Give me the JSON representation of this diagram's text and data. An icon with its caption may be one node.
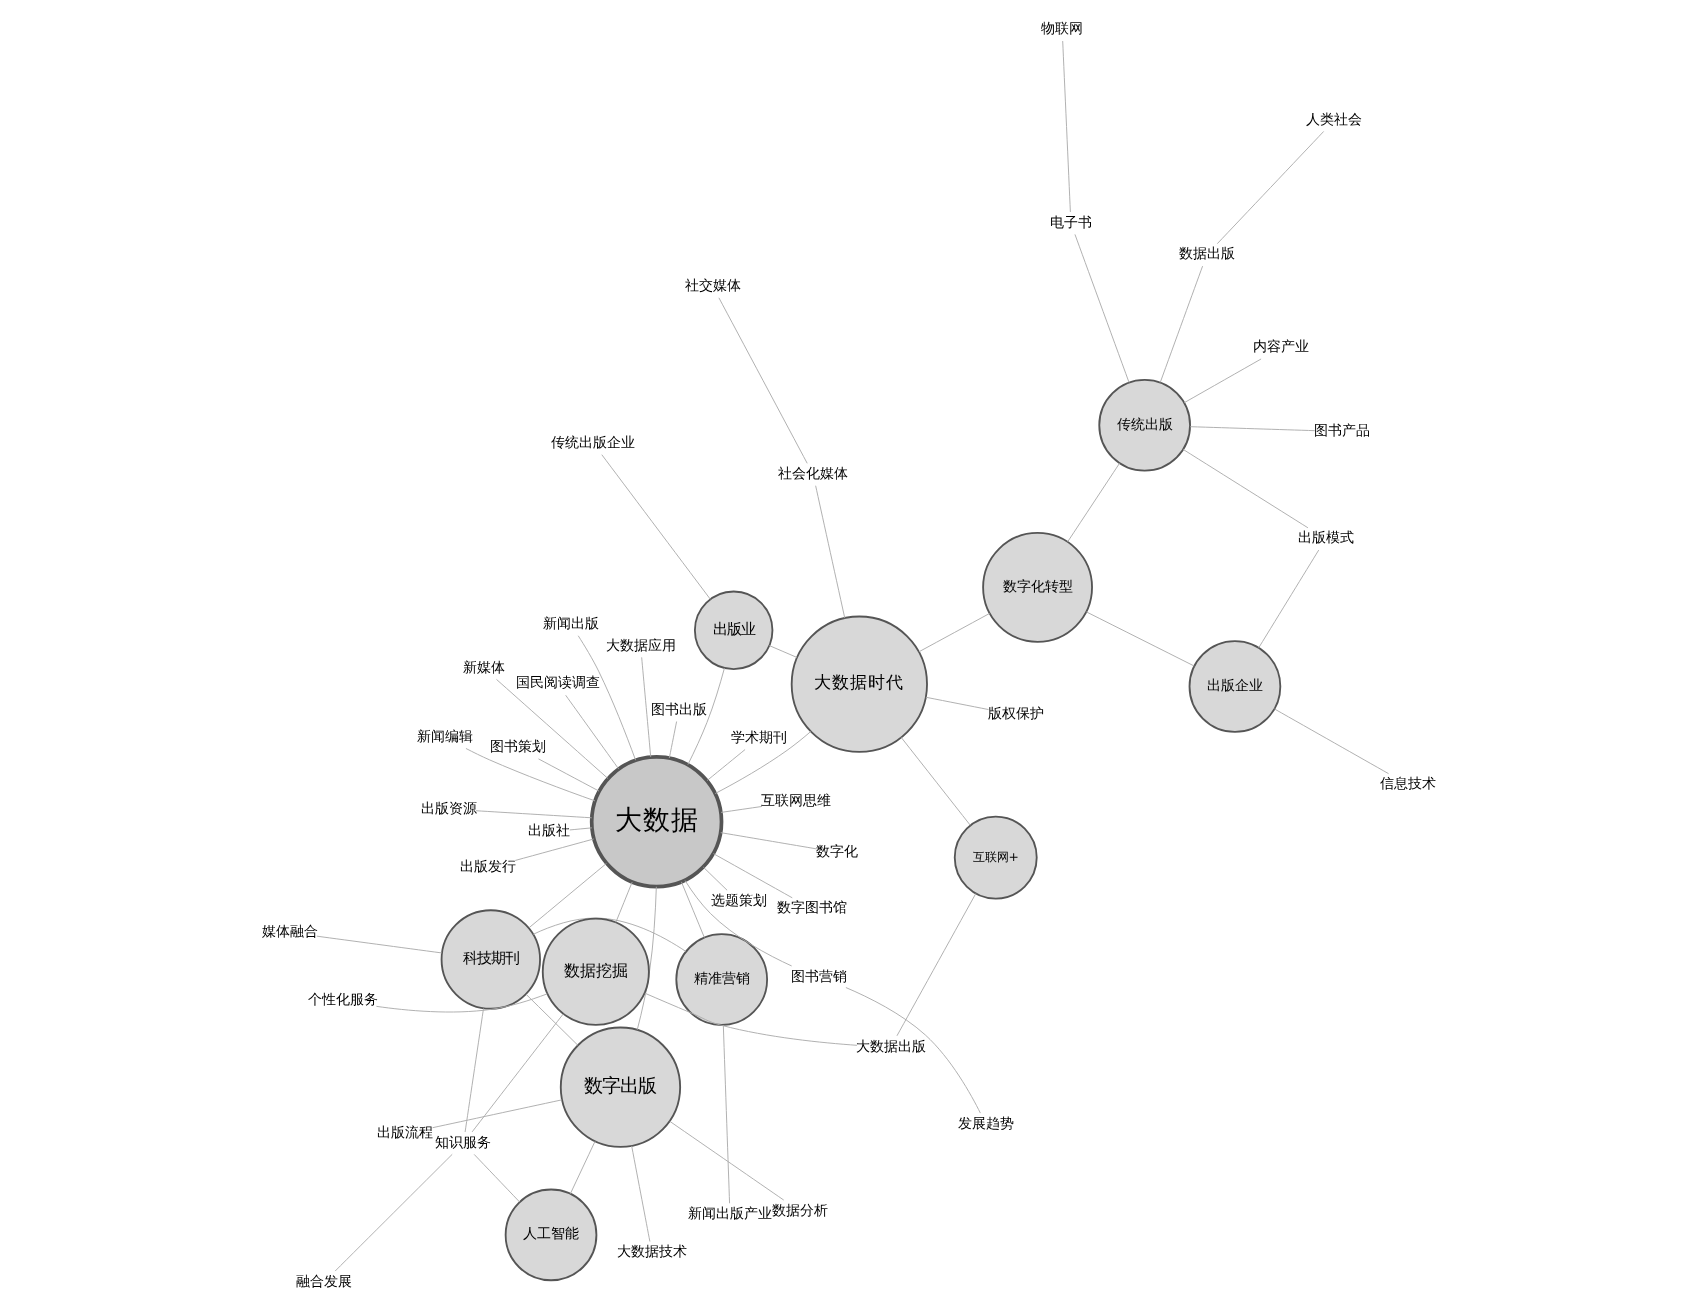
{
  "diagram": {
    "nodes": [
      {
        "text": [
          "数字出版"
        ]
      },
      {
        "text": [
          "数据分析"
        ]
      },
      {
        "text": [
          "人工智能"
        ]
      },
      {
        "text": [
          "媒体融合"
        ]
      },
      {
        "text": [
          "大数据技术"
        ]
      },
      {
        "text": [
          "出版流程"
        ]
      },
      {
        "text": [
          "融合发展"
        ]
      },
      {
        "text": [
          "科技期刊"
        ]
      },
      {
        "text": [
          "知识服务"
        ]
      },
      {
        "text": [
          "精准营销"
        ]
      },
      {
        "text": [
          "新闻出版产业"
        ]
      },
      {
        "text": [
          "大数据"
        ]
      },
      {
        "text": [
          "数字化"
        ]
      },
      {
        "text": [
          "互联网思维"
        ]
      },
      {
        "text": [
          "新闻出版"
        ]
      },
      {
        "text": [
          "选题策划"
        ]
      },
      {
        "text": [
          "数字图书馆"
        ]
      },
      {
        "text": [
          "新媒体"
        ]
      },
      {
        "text": [
          "新闻编辑"
        ]
      },
      {
        "text": [
          "图书策划"
        ]
      },
      {
        "text": [
          "出版社"
        ]
      },
      {
        "text": [
          "出版资源"
        ]
      },
      {
        "text": [
          "图书出版"
        ]
      },
      {
        "text": [
          "学术期刊"
        ]
      },
      {
        "text": [
          "图书营销"
        ]
      },
      {
        "text": [
          "发展趋势"
        ]
      },
      {
        "text": [
          "数据挖掘"
        ]
      },
      {
        "text": [
          "个性化服务"
        ]
      },
      {
        "text": [
          "大数据出版"
        ]
      },
      {
        "text": [
          "互联网+"
        ]
      },
      {
        "text": [
          "社交媒体"
        ]
      },
      {
        "text": [
          "社会化媒体"
        ]
      },
      {
        "text": [
          "出版发行"
        ]
      },
      {
        "text": [
          "国民阅读调查"
        ]
      },
      {
        "text": [
          "大数据时代"
        ]
      },
      {
        "text": [
          "版权保护"
        ]
      },
      {
        "text": [
          "出版业"
        ]
      },
      {
        "text": [
          "大数据应用"
        ]
      },
      {
        "text": [
          "物联网"
        ]
      },
      {
        "text": [
          "数字化转型"
        ]
      },
      {
        "text": [
          "电子书"
        ]
      },
      {
        "text": [
          "传统出版"
        ]
      },
      {
        "text": [
          "传统出版企业"
        ]
      },
      {
        "text": [
          "出版企业"
        ]
      },
      {
        "text": [
          "出版模式"
        ]
      },
      {
        "text": [
          "数据出版"
        ]
      },
      {
        "text": [
          "内容产业"
        ]
      },
      {
        "text": [
          "图书产品"
        ]
      },
      {
        "text": [
          "人类社会"
        ]
      },
      {
        "text": [
          "信息技术"
        ]
      }
    ],
    "edges": [
      {
        "from": 11,
        "to": 12,
        "arrow": "none"
      },
      {
        "from": 11,
        "to": 13,
        "arrow": "none"
      },
      {
        "from": 11,
        "to": 14,
        "arrow": "none"
      },
      {
        "from": 11,
        "to": 15,
        "arrow": "none"
      },
      {
        "from": 11,
        "to": 16,
        "arrow": "none"
      },
      {
        "from": 11,
        "to": 17,
        "arrow": "none"
      },
      {
        "from": 11,
        "to": 18,
        "arrow": "none"
      },
      {
        "from": 11,
        "to": 19,
        "arrow": "none"
      },
      {
        "from": 11,
        "to": 20,
        "arrow": "none"
      },
      {
        "from": 11,
        "to": 21,
        "arrow": "none"
      },
      {
        "from": 11,
        "to": 22,
        "arrow": "none"
      },
      {
        "from": 11,
        "to": 23,
        "arrow": "none"
      },
      {
        "from": 11,
        "to": 24,
        "arrow": "none"
      },
      {
        "from": 11,
        "to": 32,
        "arrow": "none"
      },
      {
        "from": 11,
        "to": 33,
        "arrow": "none"
      },
      {
        "from": 11,
        "to": 0,
        "arrow": "none"
      },
      {
        "from": 11,
        "to": 7,
        "arrow": "none"
      },
      {
        "from": 11,
        "to": 9,
        "arrow": "none"
      },
      {
        "from": 11,
        "to": 34,
        "arrow": "none"
      },
      {
        "from": 11,
        "to": 36,
        "arrow": "none"
      },
      {
        "from": 11,
        "to": 37,
        "arrow": "none"
      },
      {
        "from": 11,
        "to": 26,
        "arrow": "none"
      },
      {
        "from": 0,
        "to": 1,
        "arrow": "none"
      },
      {
        "from": 0,
        "to": 2,
        "arrow": "none"
      },
      {
        "from": 0,
        "to": 4,
        "arrow": "none"
      },
      {
        "from": 0,
        "to": 5,
        "arrow": "none"
      },
      {
        "from": 0,
        "to": 7,
        "arrow": "none"
      },
      {
        "from": 2,
        "to": 8,
        "arrow": "none"
      },
      {
        "from": 6,
        "to": 8,
        "arrow": "none"
      },
      {
        "from": 7,
        "to": 3,
        "arrow": "none"
      },
      {
        "from": 7,
        "to": 8,
        "arrow": "none"
      },
      {
        "from": 7,
        "to": 9,
        "arrow": "none"
      },
      {
        "from": 9,
        "to": 10,
        "arrow": "none"
      },
      {
        "from": 26,
        "to": 27,
        "arrow": "none"
      },
      {
        "from": 26,
        "to": 28,
        "arrow": "none"
      },
      {
        "from": 26,
        "to": 8,
        "arrow": "none"
      },
      {
        "from": 25,
        "to": 24,
        "arrow": "none"
      },
      {
        "from": 28,
        "to": 29,
        "arrow": "none"
      },
      {
        "from": 34,
        "to": 29,
        "arrow": "none"
      },
      {
        "from": 34,
        "to": 31,
        "arrow": "none"
      },
      {
        "from": 34,
        "to": 35,
        "arrow": "none"
      },
      {
        "from": 34,
        "to": 36,
        "arrow": "none"
      },
      {
        "from": 34,
        "to": 39,
        "arrow": "none"
      },
      {
        "from": 30,
        "to": 31,
        "arrow": "none"
      },
      {
        "from": 36,
        "to": 42,
        "arrow": "none"
      },
      {
        "from": 38,
        "to": 40,
        "arrow": "none"
      },
      {
        "from": 40,
        "to": 41,
        "arrow": "none"
      },
      {
        "from": 41,
        "to": 39,
        "arrow": "none"
      },
      {
        "from": 41,
        "to": 45,
        "arrow": "none"
      },
      {
        "from": 41,
        "to": 44,
        "arrow": "none"
      },
      {
        "from": 41,
        "to": 46,
        "arrow": "none"
      },
      {
        "from": 41,
        "to": 47,
        "arrow": "none"
      },
      {
        "from": 43,
        "to": 44,
        "arrow": "none"
      },
      {
        "from": 43,
        "to": 39,
        "arrow": "none"
      },
      {
        "from": 43,
        "to": 49,
        "arrow": "none"
      },
      {
        "from": 45,
        "to": 48,
        "arrow": "none"
      }
    ]
  }
}
